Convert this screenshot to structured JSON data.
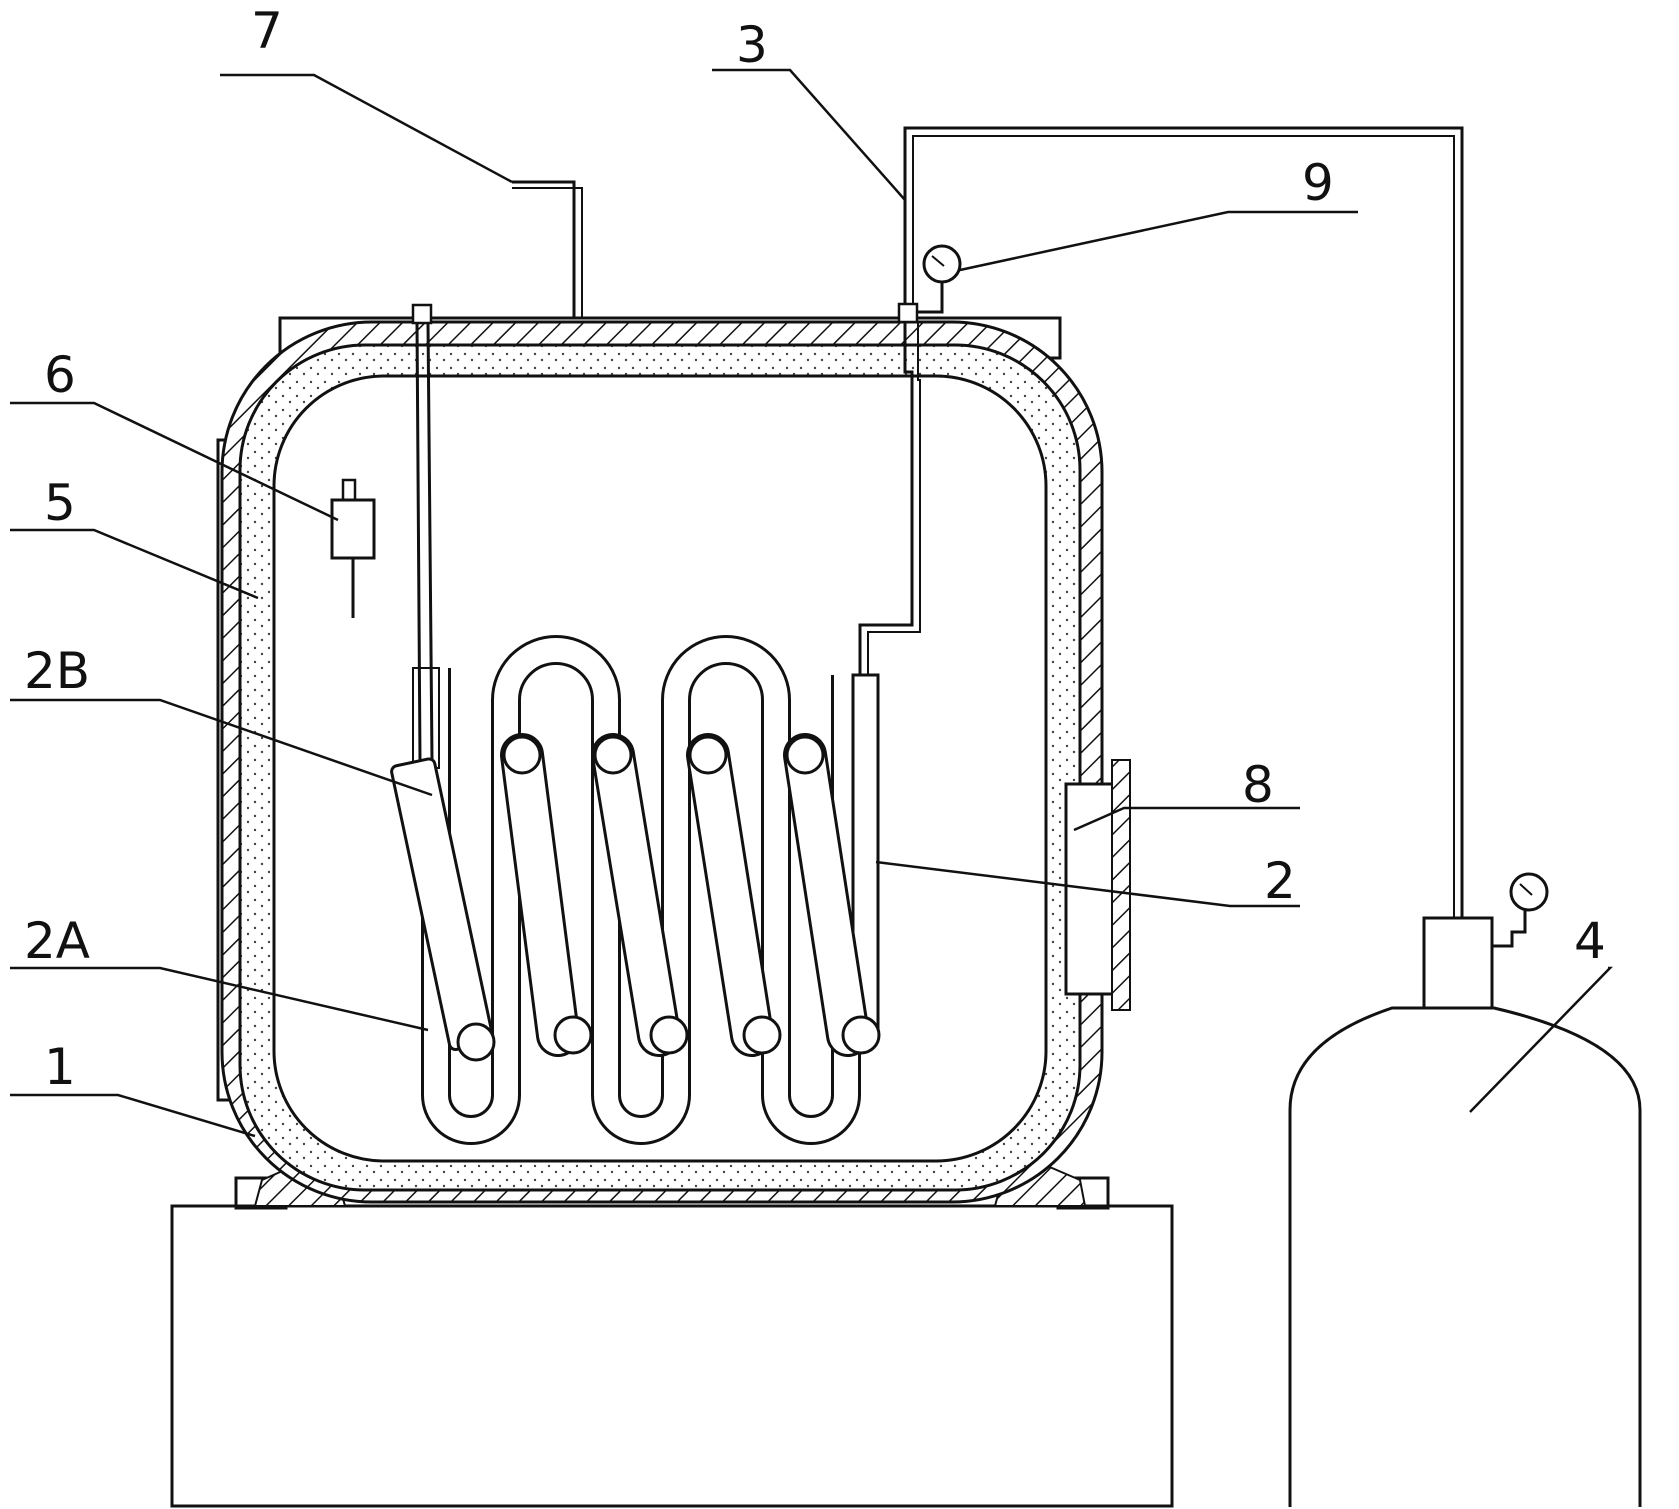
{
  "labels": {
    "l1": "1",
    "l2": "2",
    "l2a": "2A",
    "l2b": "2B",
    "l3": "3",
    "l4": "4",
    "l5": "5",
    "l6": "6",
    "l7": "7",
    "l8": "8",
    "l9": "9"
  }
}
